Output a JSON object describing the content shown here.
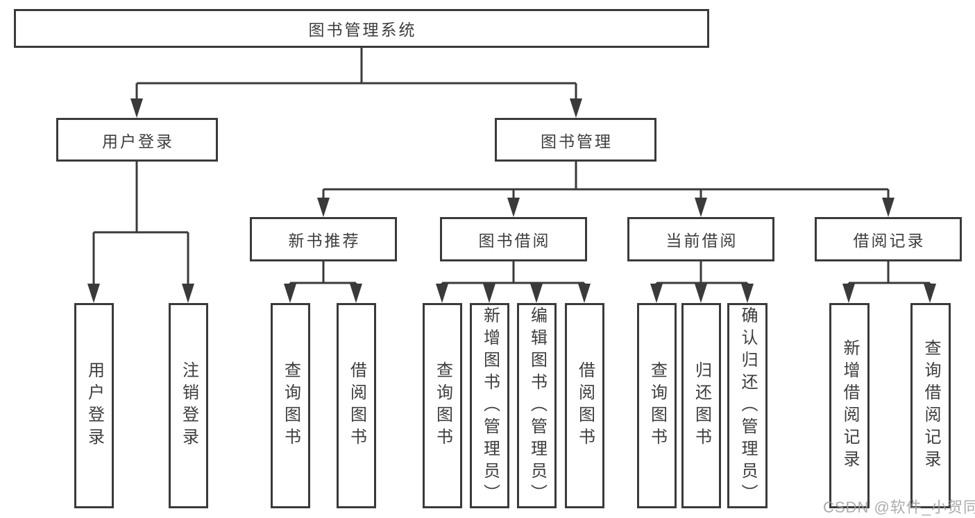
{
  "diagram_title": "图书管理系统",
  "tree": {
    "root": {
      "label": "图书管理系统"
    },
    "branches": [
      {
        "label": "用户登录",
        "children": [
          {
            "label": "用户登录"
          },
          {
            "label": "注销登录"
          }
        ]
      },
      {
        "label": "图书管理",
        "sections": [
          {
            "label": "新书推荐",
            "children": [
              {
                "label": "查询图书"
              },
              {
                "label": "借阅图书"
              }
            ]
          },
          {
            "label": "图书借阅",
            "children": [
              {
                "label": "查询图书"
              },
              {
                "label": "新增图书（管理员）"
              },
              {
                "label": "编辑图书（管理员）"
              },
              {
                "label": "借阅图书"
              }
            ]
          },
          {
            "label": "当前借阅",
            "children": [
              {
                "label": "查询图书"
              },
              {
                "label": "归还图书"
              },
              {
                "label": "确认归还（管理员）"
              }
            ]
          },
          {
            "label": "借阅记录",
            "children": [
              {
                "label": "新增借阅记录"
              },
              {
                "label": "查询借阅记录"
              }
            ]
          }
        ]
      }
    ]
  },
  "watermark": {
    "text": "CSDN @软件_小贺同学"
  },
  "colors": {
    "line": "#3a3a3a",
    "box_border": "#3a3a3a",
    "text": "#3d3d3d",
    "watermark": "#9e9e9e",
    "background": "#ffffff"
  }
}
